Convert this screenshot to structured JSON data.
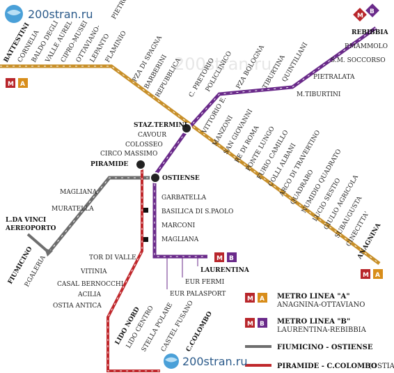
{
  "logo_top": "200stran.ru",
  "logo_bottom": "200stran.ru",
  "watermark": "200stran.ru",
  "colors": {
    "line_a": "#c8902a",
    "line_b": "#6a2a8a",
    "fiumicino": "#6e6e6e",
    "ostia": "#c0282c",
    "badge_m": "#b8262b",
    "badge_a": "#d88d1a",
    "badge_b": "#6a2a8a"
  },
  "badges": {
    "m": "M",
    "a": "A",
    "b": "B"
  },
  "line_a_stations": [
    "BATTESTINI",
    "CORNELIA",
    "BALDO DEGLI",
    "VALLE AUREL",
    "CIPRO-MUSEI",
    "OTTAVIANO-",
    "LEPANTO",
    "FLAMINIO",
    "PZA DI SPAGNA",
    "BARBERINI",
    "REPUBBLICA",
    "VITTORIO E.",
    "MANZONI",
    "SAN GIOVANNI",
    "RE DI ROMA",
    "PONTE LUNGO",
    "FURIO CAMILLO",
    "COLLI ALBANI",
    "ARCO DI TRAVERTINO",
    "QUADRARO",
    "NUMIDIO QUADRATO",
    "LUCIO SESTIO",
    "GIULIO AGRICOLA",
    "SUBAUGUSTA",
    "CINECITTA'",
    "ANAGNINA"
  ],
  "line_a_extra": "PIETRO",
  "line_b_stations": [
    "REBIBBIA",
    "P.MAMMOLO",
    "S.M. SOCCORSO",
    "PIETRALATA",
    "QUINTILIANI",
    "TIBURTINA",
    "PZA BOLOGNA",
    "POLICLINICO",
    "C. PRETORIO",
    "CAVOUR",
    "COLOSSEO",
    "CIRCO MASSIMO",
    "GARBATELLA",
    "BASILICA DI S.PAOLO",
    "MARCONI",
    "MAGLIANA",
    "EUR PALASPORT",
    "EUR FERMI",
    "LAURENTINA"
  ],
  "line_b_extra": "M.TIBURTINI",
  "interchanges": {
    "termini": "STAZ.TERMINI",
    "piramide": "PIRAMIDE",
    "ostiense": "OSTIENSE"
  },
  "fiumicino_stations": [
    "MAGLIANA",
    "MURATELLA",
    "L.DA VINCI",
    "AEREOPORTO",
    "FIUMICINO",
    "P.GALERIA"
  ],
  "ostia_stations": [
    "TOR DI VALLE",
    "VITINIA",
    "CASAL BERNOCCHI",
    "ACILIA",
    "OSTIA ANTICA",
    "LIDO NORD",
    "LIDO CENTRO",
    "STELLA POLARE",
    "CASTEL FUSANO",
    "C.COLOMBO"
  ],
  "legend": [
    {
      "title": "METRO LINEA \"A\"",
      "sub": "ANAGNINA-OTTAVIANO"
    },
    {
      "title": "METRO LINEA \"B\"",
      "sub": "LAURENTINA-REBIBBIA"
    },
    {
      "title": "FIUMICINO - OSTIENSE",
      "sub": ""
    },
    {
      "title": "PIRAMIDE - C.COLOMBO",
      "sub": "(OSTIA)"
    }
  ]
}
